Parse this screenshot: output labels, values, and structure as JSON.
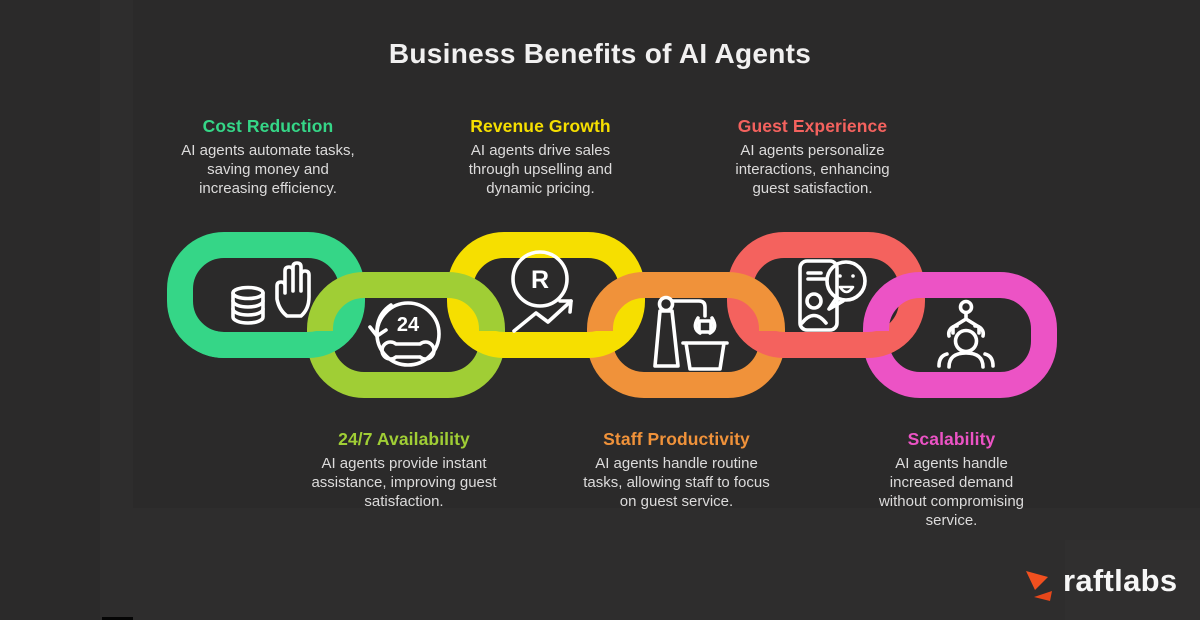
{
  "title": "Business Benefits of AI Agents",
  "benefits": [
    {
      "name": "Cost Reduction",
      "color": "#35d687",
      "description": "AI agents automate tasks, saving money and increasing efficiency.",
      "icon": "hand-coins-icon"
    },
    {
      "name": "24/7 Availability",
      "color": "#a0ce35",
      "description": "AI agents provide instant assistance, improving guest satisfaction.",
      "icon": "24-hours-service-icon",
      "icon_label": "24"
    },
    {
      "name": "Revenue Growth",
      "color": "#f6df00",
      "description": "AI agents drive sales through upselling and dynamic pricing.",
      "icon": "currency-growth-icon",
      "icon_label": "R"
    },
    {
      "name": "Staff Productivity",
      "color": "#f0923a",
      "description": "AI agents handle routine tasks, allowing staff to focus on guest service.",
      "icon": "robot-arm-icon"
    },
    {
      "name": "Guest Experience",
      "color": "#f4625e",
      "description": "AI agents personalize interactions, enhancing guest satisfaction.",
      "icon": "phone-feedback-icon"
    },
    {
      "name": "Scalability",
      "color": "#ec53c5",
      "description": "AI agents handle increased demand without compromising service.",
      "icon": "team-scaling-icon"
    }
  ],
  "footer": {
    "brand": "raftlabs",
    "logo_icon": "raftlabs-arrow-icon",
    "logo_colors": {
      "primary": "#f1501f",
      "secondary": "#e8471a"
    }
  },
  "theme": {
    "background": "#2b2a2a",
    "title_color": "#f1f0f0",
    "body_text_color": "#dcdbdb"
  }
}
